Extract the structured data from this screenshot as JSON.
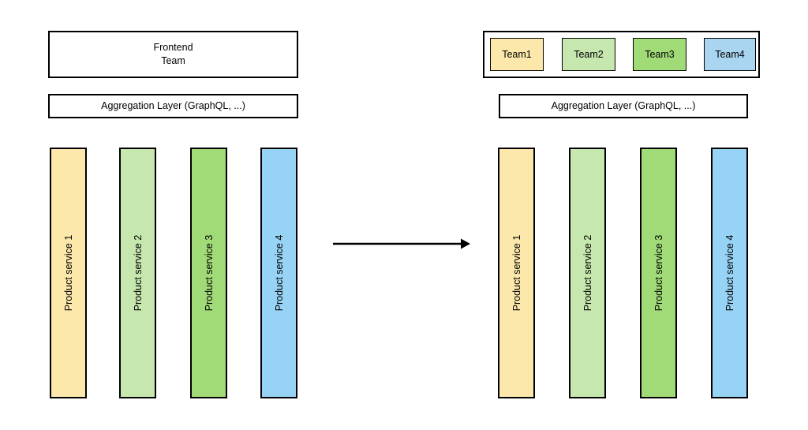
{
  "diagram": {
    "left": {
      "frontend_team": {
        "label": "Frontend\nTeam"
      },
      "aggregation_layer": {
        "label": "Aggregation Layer (GraphQL, ...)"
      },
      "services": [
        {
          "label": "Product service 1",
          "color": "#fce8ab"
        },
        {
          "label": "Product service 2",
          "color": "#c6e7ad"
        },
        {
          "label": "Product service 3",
          "color": "#a1db77"
        },
        {
          "label": "Product service 4",
          "color": "#96d3f4"
        }
      ]
    },
    "right": {
      "teams": [
        {
          "label": "Team1",
          "color": "#fce8ab"
        },
        {
          "label": "Team2",
          "color": "#c6e7ad"
        },
        {
          "label": "Team3",
          "color": "#a1db77"
        },
        {
          "label": "Team4",
          "color": "#a9d5f0"
        }
      ],
      "aggregation_layer": {
        "label": "Aggregation Layer (GraphQL, ...)"
      },
      "services": [
        {
          "label": "Product service 1",
          "color": "#fce8ab"
        },
        {
          "label": "Product service 2",
          "color": "#c6e7ad"
        },
        {
          "label": "Product service 3",
          "color": "#a1db77"
        },
        {
          "label": "Product service 4",
          "color": "#96d3f4"
        }
      ]
    },
    "arrow": {
      "name": "transform-arrow",
      "direction": "right"
    },
    "colors": {
      "stroke": "#000000",
      "background": "#ffffff",
      "yellow": "#fce8ab",
      "light_green": "#c6e7ad",
      "green": "#a1db77",
      "blue": "#96d3f4",
      "team_blue": "#a9d5f0"
    }
  }
}
